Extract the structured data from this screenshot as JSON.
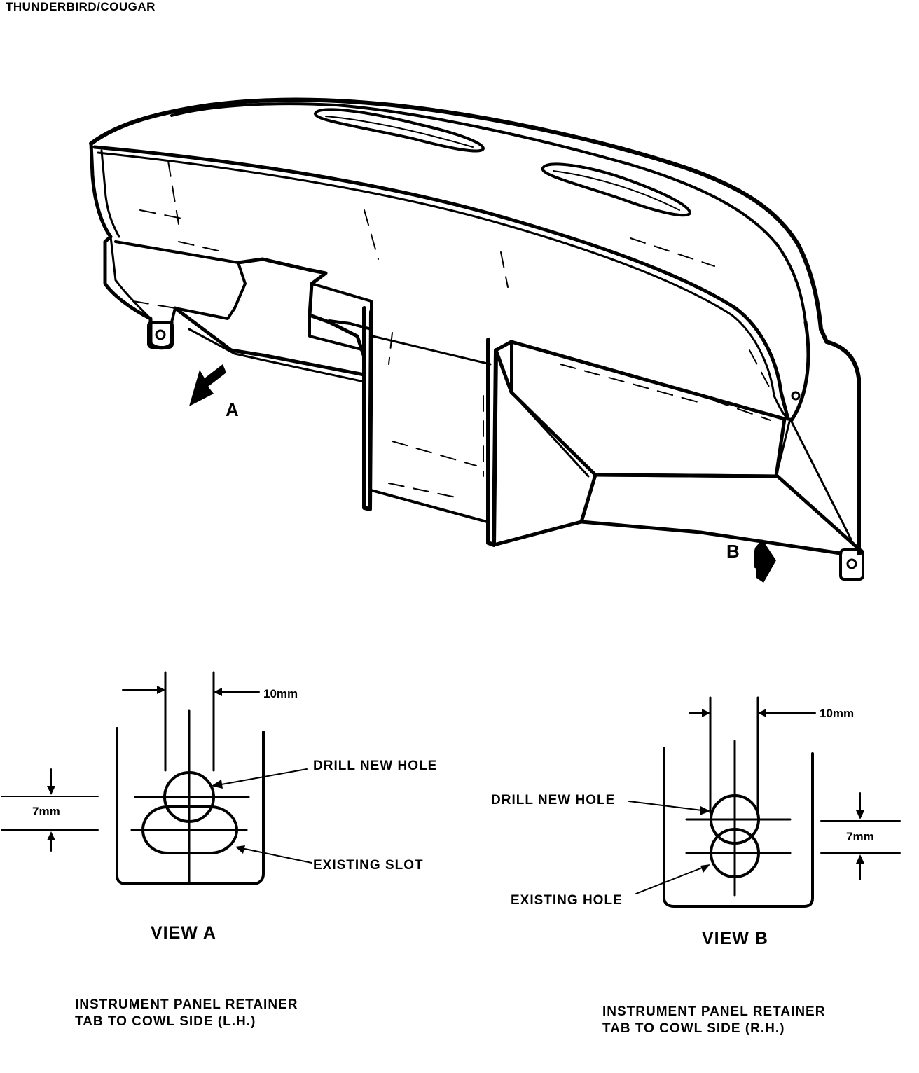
{
  "header": {
    "title": "THUNDERBIRD/COUGAR"
  },
  "panel": {
    "arrow_a_label": "A",
    "arrow_b_label": "B"
  },
  "view_a": {
    "title": "VIEW A",
    "dimension_width": "10mm",
    "dimension_height": "7mm",
    "callout_new_hole": "DRILL NEW HOLE",
    "callout_existing": "EXISTING SLOT",
    "caption_line1": "INSTRUMENT PANEL RETAINER",
    "caption_line2": "TAB TO COWL SIDE (L.H.)"
  },
  "view_b": {
    "title": "VIEW B",
    "dimension_width": "10mm",
    "dimension_height": "7mm",
    "callout_new_hole": "DRILL NEW HOLE",
    "callout_existing": "EXISTING HOLE",
    "caption_line1": "INSTRUMENT PANEL RETAINER",
    "caption_line2": "TAB TO COWL SIDE (R.H.)"
  },
  "colors": {
    "ink": "#000000",
    "paper": "#ffffff"
  }
}
